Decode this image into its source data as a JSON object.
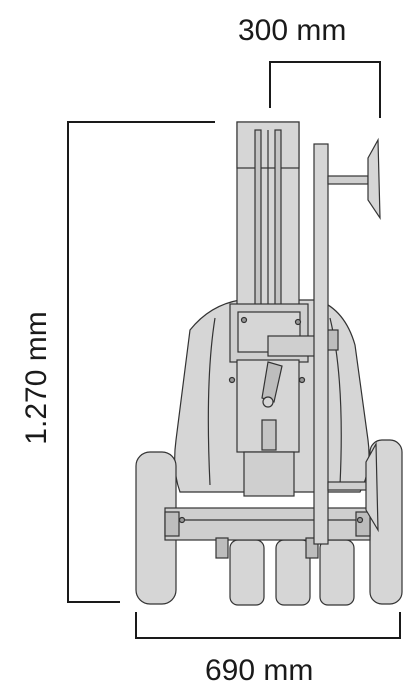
{
  "dimensions": {
    "top_width": "300 mm",
    "height": "1.270 mm",
    "bottom_width": "690 mm"
  },
  "colors": {
    "body_fill": "#d6d6d6",
    "body_dark": "#c4c4c4",
    "outline": "#333333",
    "dimension_line": "#1a1a1a",
    "background": "#ffffff"
  }
}
